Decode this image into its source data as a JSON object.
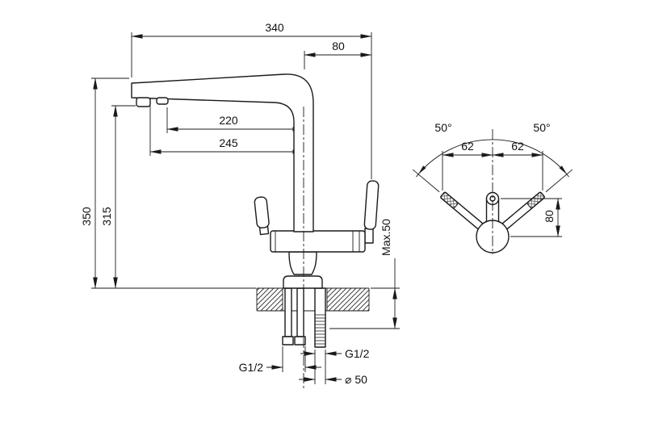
{
  "front_view": {
    "dim_total_reach": "340",
    "dim_handle_offset": "80",
    "dim_outlet_reach": "220",
    "dim_spout_reach": "245",
    "dim_total_height": "350",
    "dim_outlet_height": "315",
    "dim_max_counter": "Max.50",
    "thread_hoses": "G1/2",
    "thread_shank": "G1/2",
    "dim_base_diameter": "⌀ 50"
  },
  "top_view": {
    "angle_left": "50°",
    "angle_right": "50°",
    "offset_left": "62",
    "offset_right": "62",
    "dim_spout_projection": "80"
  }
}
